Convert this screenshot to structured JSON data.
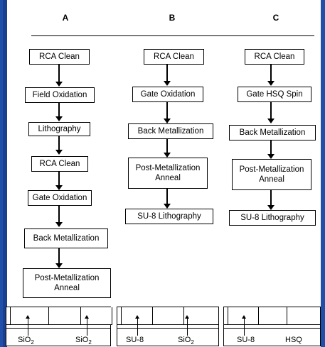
{
  "columns": {
    "a": {
      "header": "A",
      "steps": [
        "RCA Clean",
        "Field Oxidation",
        "Lithography",
        "RCA Clean",
        "Gate Oxidation",
        "Back Metallization",
        "Post-Metallization\nAnneal"
      ]
    },
    "b": {
      "header": "B",
      "steps": [
        "RCA Clean",
        "Gate Oxidation",
        "Back Metallization",
        "Post-Metallization\nAnneal",
        "SU-8 Lithography"
      ]
    },
    "c": {
      "header": "C",
      "steps": [
        "RCA Clean",
        "Gate HSQ Spin",
        "Back Metallization",
        "Post-Metallization\nAnneal",
        "SU-8 Lithography"
      ]
    }
  },
  "bottom": {
    "a": {
      "label1_main": "SiO",
      "label1_sub": "2",
      "label2_main": "SiO",
      "label2_sub": "2"
    },
    "b": {
      "label1": "SU-8",
      "label2_main": "SiO",
      "label2_sub": "2"
    },
    "c": {
      "label1": "SU-8",
      "label2": "HSQ"
    }
  }
}
